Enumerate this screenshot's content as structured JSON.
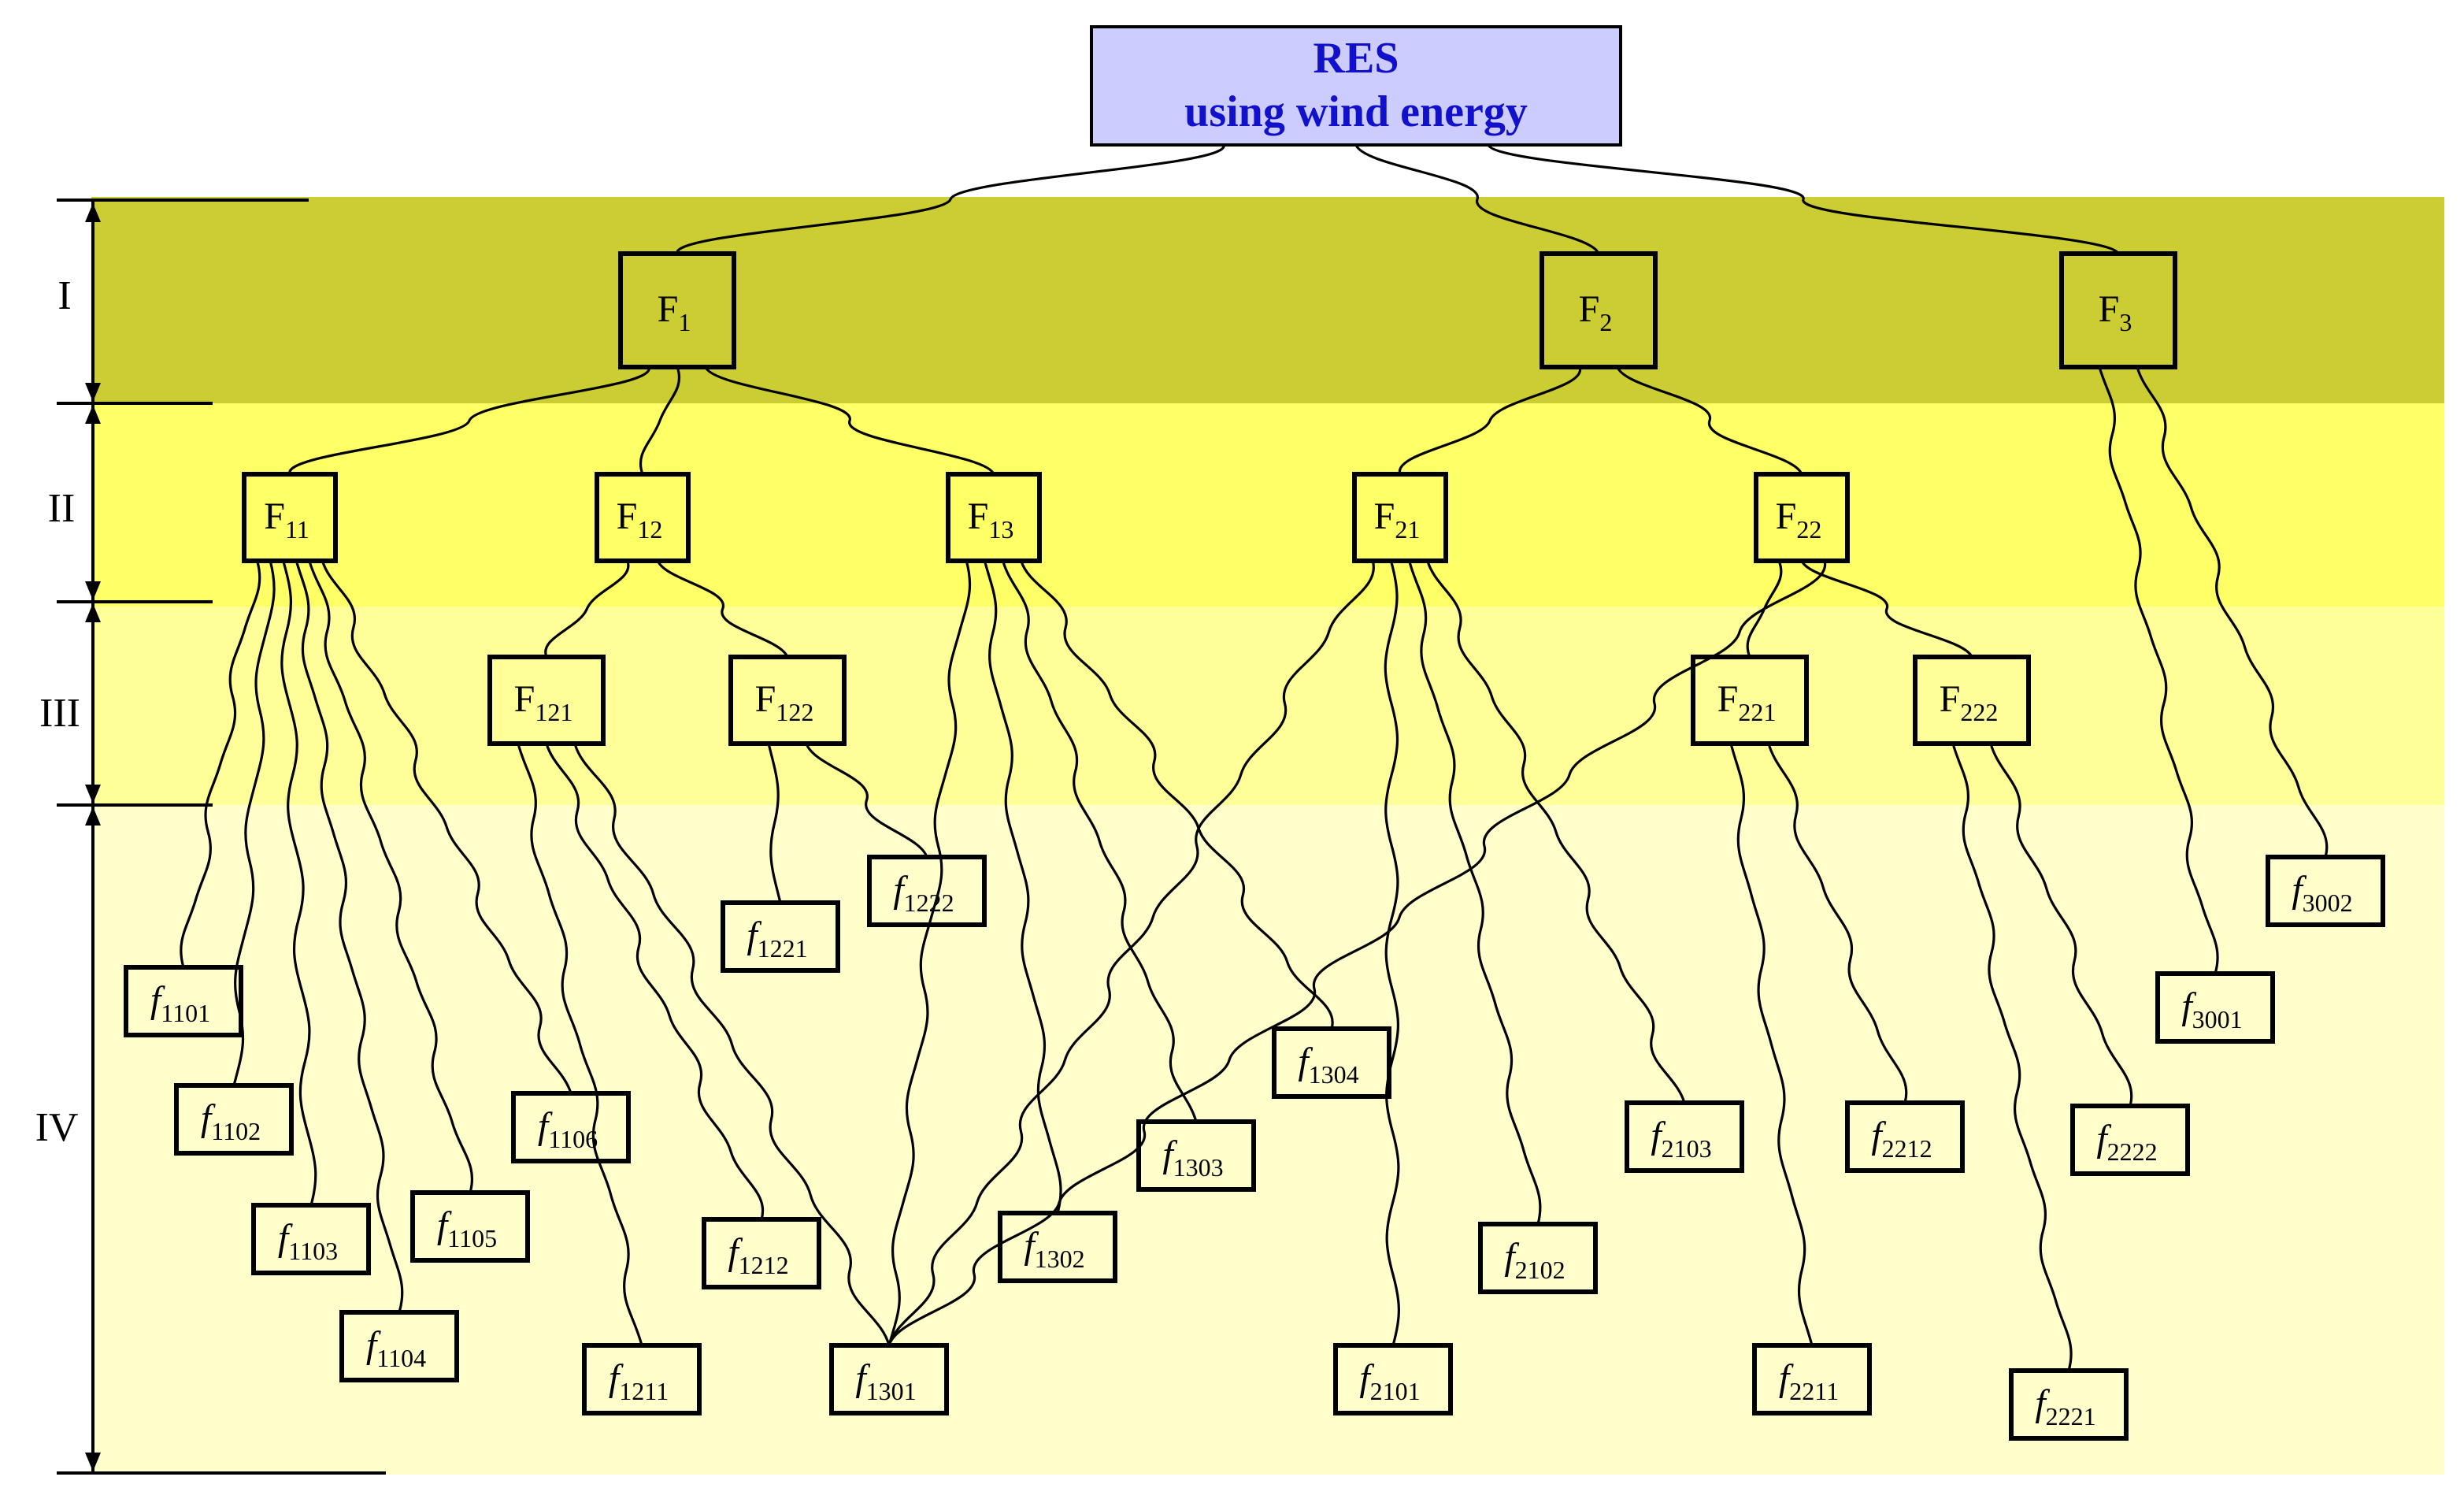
{
  "root": {
    "line1": "RES",
    "line2": "using wind energy"
  },
  "levels": [
    "I",
    "II",
    "III",
    "IV"
  ],
  "nodes": [
    {
      "id": "F1",
      "base": "F",
      "sub": "1",
      "kind": "factor"
    },
    {
      "id": "F2",
      "base": "F",
      "sub": "2",
      "kind": "factor"
    },
    {
      "id": "F3",
      "base": "F",
      "sub": "3",
      "kind": "factor"
    },
    {
      "id": "F11",
      "base": "F",
      "sub": "11",
      "kind": "factor"
    },
    {
      "id": "F12",
      "base": "F",
      "sub": "12",
      "kind": "factor"
    },
    {
      "id": "F13",
      "base": "F",
      "sub": "13",
      "kind": "factor"
    },
    {
      "id": "F21",
      "base": "F",
      "sub": "21",
      "kind": "factor"
    },
    {
      "id": "F22",
      "base": "F",
      "sub": "22",
      "kind": "factor"
    },
    {
      "id": "F121",
      "base": "F",
      "sub": "121",
      "kind": "factor"
    },
    {
      "id": "F122",
      "base": "F",
      "sub": "122",
      "kind": "factor"
    },
    {
      "id": "F221",
      "base": "F",
      "sub": "221",
      "kind": "factor"
    },
    {
      "id": "F222",
      "base": "F",
      "sub": "222",
      "kind": "factor"
    },
    {
      "id": "f1101",
      "base": "f",
      "sub": "1101",
      "kind": "leaf"
    },
    {
      "id": "f1102",
      "base": "f",
      "sub": "1102",
      "kind": "leaf"
    },
    {
      "id": "f1103",
      "base": "f",
      "sub": "1103",
      "kind": "leaf"
    },
    {
      "id": "f1104",
      "base": "f",
      "sub": "1104",
      "kind": "leaf"
    },
    {
      "id": "f1105",
      "base": "f",
      "sub": "1105",
      "kind": "leaf"
    },
    {
      "id": "f1106",
      "base": "f",
      "sub": "1106",
      "kind": "leaf"
    },
    {
      "id": "f1211",
      "base": "f",
      "sub": "1211",
      "kind": "leaf"
    },
    {
      "id": "f1212",
      "base": "f",
      "sub": "1212",
      "kind": "leaf"
    },
    {
      "id": "f1221",
      "base": "f",
      "sub": "1221",
      "kind": "leaf"
    },
    {
      "id": "f1222",
      "base": "f",
      "sub": "1222",
      "kind": "leaf"
    },
    {
      "id": "f1301",
      "base": "f",
      "sub": "1301",
      "kind": "leaf"
    },
    {
      "id": "f1302",
      "base": "f",
      "sub": "1302",
      "kind": "leaf"
    },
    {
      "id": "f1303",
      "base": "f",
      "sub": "1303",
      "kind": "leaf"
    },
    {
      "id": "f1304",
      "base": "f",
      "sub": "1304",
      "kind": "leaf"
    },
    {
      "id": "f2101",
      "base": "f",
      "sub": "2101",
      "kind": "leaf"
    },
    {
      "id": "f2102",
      "base": "f",
      "sub": "2102",
      "kind": "leaf"
    },
    {
      "id": "f2103",
      "base": "f",
      "sub": "2103",
      "kind": "leaf"
    },
    {
      "id": "f2211",
      "base": "f",
      "sub": "2211",
      "kind": "leaf"
    },
    {
      "id": "f2212",
      "base": "f",
      "sub": "2212",
      "kind": "leaf"
    },
    {
      "id": "f2221",
      "base": "f",
      "sub": "2221",
      "kind": "leaf"
    },
    {
      "id": "f2222",
      "base": "f",
      "sub": "2222",
      "kind": "leaf"
    },
    {
      "id": "f3001",
      "base": "f",
      "sub": "3001",
      "kind": "leaf"
    },
    {
      "id": "f3002",
      "base": "f",
      "sub": "3002",
      "kind": "leaf"
    }
  ],
  "edges": [
    [
      "RES",
      "F1"
    ],
    [
      "RES",
      "F2"
    ],
    [
      "RES",
      "F3"
    ],
    [
      "F1",
      "F11"
    ],
    [
      "F1",
      "F12"
    ],
    [
      "F1",
      "F13"
    ],
    [
      "F2",
      "F21"
    ],
    [
      "F2",
      "F22"
    ],
    [
      "F3",
      "f3001"
    ],
    [
      "F3",
      "f3002"
    ],
    [
      "F11",
      "f1101"
    ],
    [
      "F11",
      "f1102"
    ],
    [
      "F11",
      "f1103"
    ],
    [
      "F11",
      "f1104"
    ],
    [
      "F11",
      "f1105"
    ],
    [
      "F11",
      "f1106"
    ],
    [
      "F12",
      "F121"
    ],
    [
      "F12",
      "F122"
    ],
    [
      "F121",
      "f1211"
    ],
    [
      "F121",
      "f1212"
    ],
    [
      "F121",
      "f1301"
    ],
    [
      "F122",
      "f1221"
    ],
    [
      "F122",
      "f1222"
    ],
    [
      "F13",
      "f1301"
    ],
    [
      "F13",
      "f1302"
    ],
    [
      "F13",
      "f1303"
    ],
    [
      "F13",
      "f1304"
    ],
    [
      "F21",
      "f1301"
    ],
    [
      "F21",
      "f2101"
    ],
    [
      "F21",
      "f2102"
    ],
    [
      "F21",
      "f2103"
    ],
    [
      "F22",
      "F221"
    ],
    [
      "F22",
      "F222"
    ],
    [
      "F22",
      "f1301"
    ],
    [
      "F221",
      "f2211"
    ],
    [
      "F221",
      "f2212"
    ],
    [
      "F222",
      "f2221"
    ],
    [
      "F222",
      "f2222"
    ]
  ]
}
